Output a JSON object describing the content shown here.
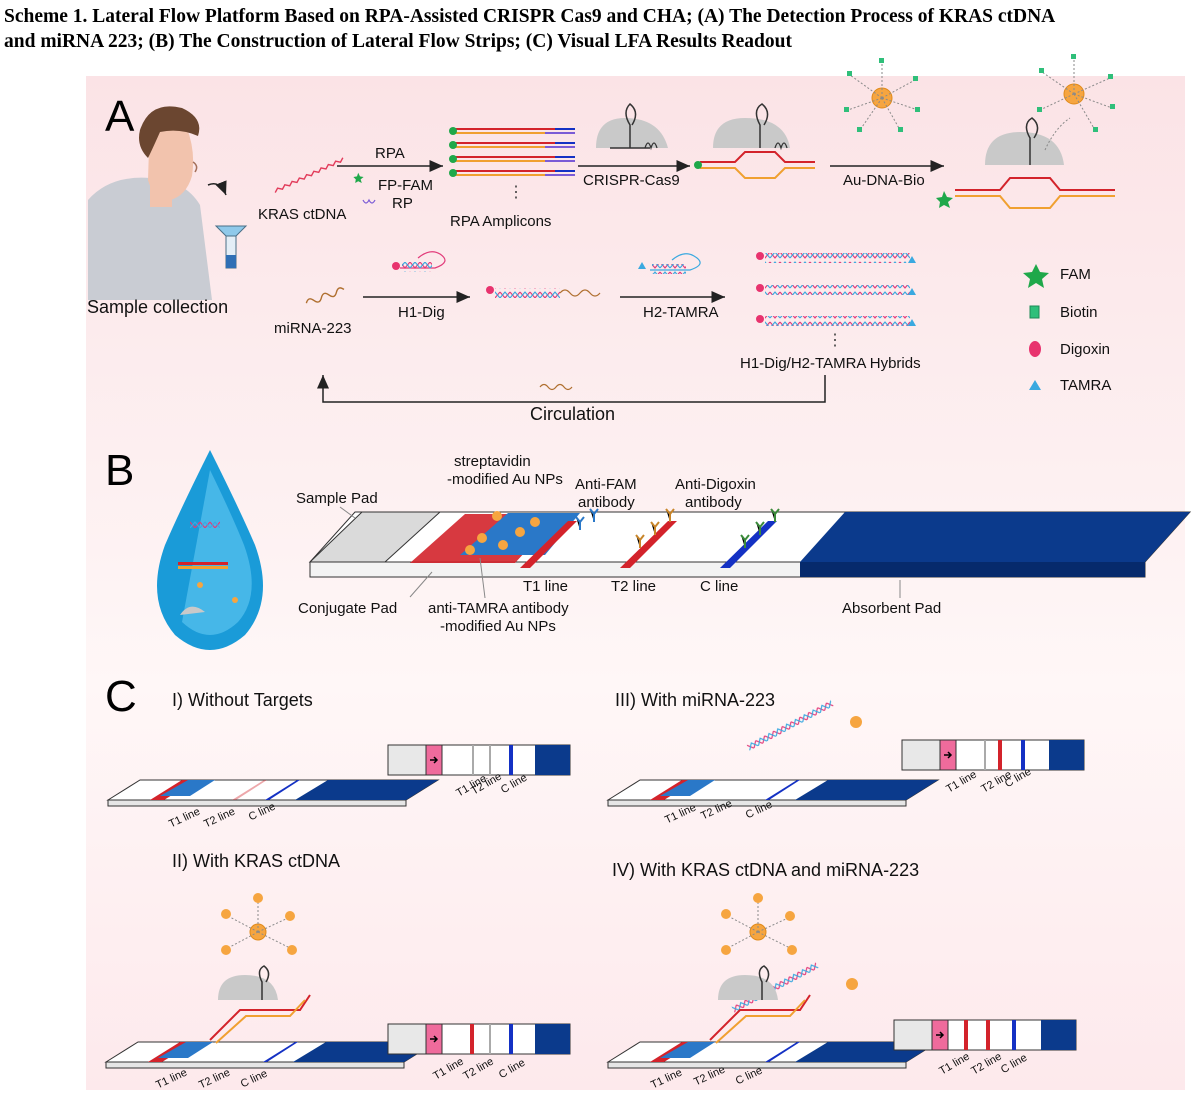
{
  "caption": {
    "line1": "Scheme 1. Lateral Flow Platform Based on RPA-Assisted CRISPR Cas9 and CHA; (A) The Detection Process of KRAS ctDNA",
    "line2": "and miRNA 223; (B) The Construction of Lateral Flow Strips; (C) Visual LFA Results Readout"
  },
  "panel_a": {
    "letter": "A",
    "sample_collection": "Sample collection",
    "kras": "KRAS ctDNA",
    "rpa": "RPA",
    "fp_fam": "FP-FAM",
    "rp": "RP",
    "rpa_amplicons": "RPA Amplicons",
    "crispr": "CRISPR-Cas9",
    "au_dna_bio": "Au-DNA-Bio",
    "mirna": "miRNA-223",
    "h1": "H1-Dig",
    "h2": "H2-TAMRA",
    "hybrids": "H1-Dig/H2-TAMRA Hybrids",
    "circulation": "Circulation",
    "legend": [
      "FAM",
      "Biotin",
      "Digoxin",
      "TAMRA"
    ]
  },
  "panel_b": {
    "letter": "B",
    "sample_pad": "Sample Pad",
    "strep1": "streptavidin",
    "strep2": "-modified Au NPs",
    "antifam1": "Anti-FAM",
    "antifam2": "antibody",
    "antidig1": "Anti-Digoxin",
    "antidig2": "antibody",
    "t1": "T1 line",
    "t2": "T2 line",
    "c": "C line",
    "conjugate_pad": "Conjugate Pad",
    "antitamra1": "anti-TAMRA antibody",
    "antitamra2": "-modified Au NPs",
    "absorbent_pad": "Absorbent Pad"
  },
  "panel_c": {
    "letter": "C",
    "case1": "I) Without Targets",
    "case2": "II) With KRAS ctDNA",
    "case3": "III) With miRNA-223",
    "case4": "IV) With KRAS ctDNA and miRNA-223",
    "t1": "T1 line",
    "t2": "T2 line",
    "c": "C line"
  },
  "colors": {
    "fam": "#1fa84a",
    "biotin": "#2fbf7a",
    "digoxin": "#e8336e",
    "tamra": "#3aa9e0",
    "red_line": "#d3232b",
    "blue_line": "#1431c4",
    "pad_navy": "#0b3a8c",
    "pink_pad": "#ef6b9c"
  }
}
